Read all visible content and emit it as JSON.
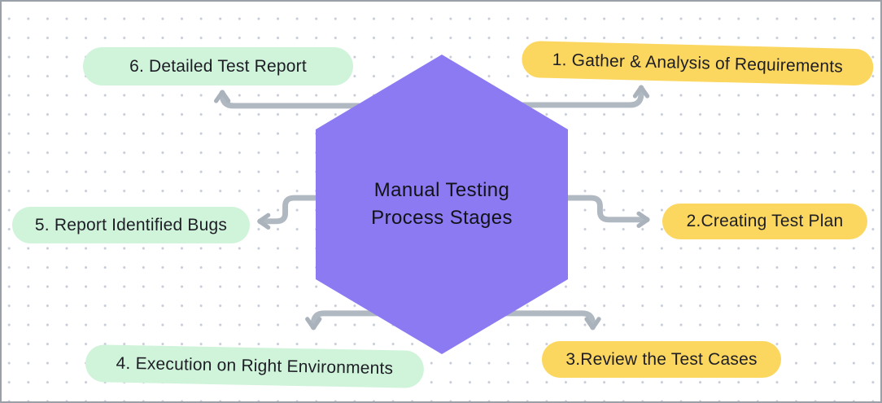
{
  "diagram": {
    "title": "Manual Testing Process Stages",
    "center": {
      "shape": "hexagon",
      "line1": "Manual Testing",
      "line2": "Process Stages"
    },
    "stages": [
      {
        "label": "1. Gather & Analysis of Requirements",
        "variant": "yellow",
        "position": "top-right"
      },
      {
        "label": "2.Creating Test Plan",
        "variant": "yellow",
        "position": "right"
      },
      {
        "label": "3.Review the Test Cases",
        "variant": "yellow",
        "position": "bottom-right"
      },
      {
        "label": "4. Execution on Right Environments",
        "variant": "green",
        "position": "bottom-left"
      },
      {
        "label": "5. Report Identified Bugs",
        "variant": "green",
        "position": "left"
      },
      {
        "label": "6. Detailed Test Report",
        "variant": "green",
        "position": "top-left"
      }
    ],
    "colors": {
      "hexagon_fill": "#8b7af1",
      "yellow_pill": "#fbd75f",
      "green_pill": "#d0f4da",
      "connector_gray": "#b0b8c1",
      "dot_grid": "#c6cbd7",
      "border": "#9aa0a7",
      "text": "#17171f"
    }
  }
}
